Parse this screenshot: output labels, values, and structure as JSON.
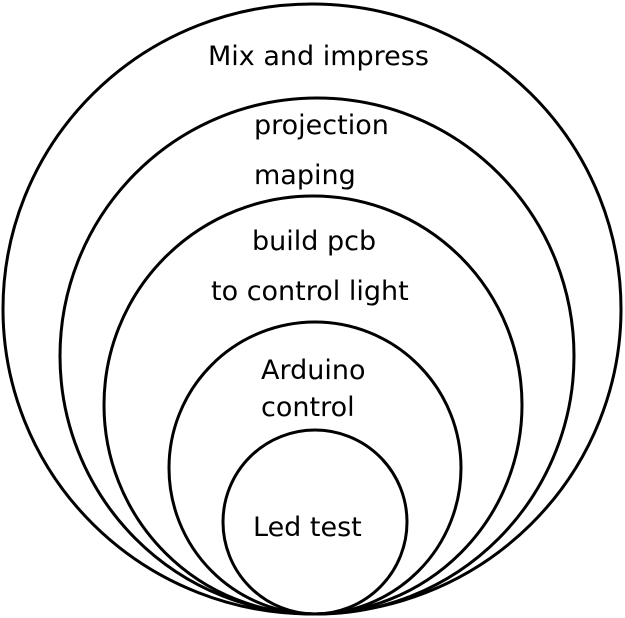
{
  "rings": [
    {
      "id": "mix-and-impress",
      "lines": [
        "Mix and impress"
      ]
    },
    {
      "id": "projection-mapping",
      "lines": [
        "projection",
        "maping"
      ]
    },
    {
      "id": "build-pcb",
      "lines": [
        "build pcb",
        "to control light"
      ]
    },
    {
      "id": "arduino-control",
      "lines": [
        "Arduino",
        "control"
      ]
    },
    {
      "id": "led-test",
      "lines": [
        "Led test"
      ]
    }
  ],
  "colors": {
    "stroke": "#000000",
    "background": "#ffffff"
  }
}
